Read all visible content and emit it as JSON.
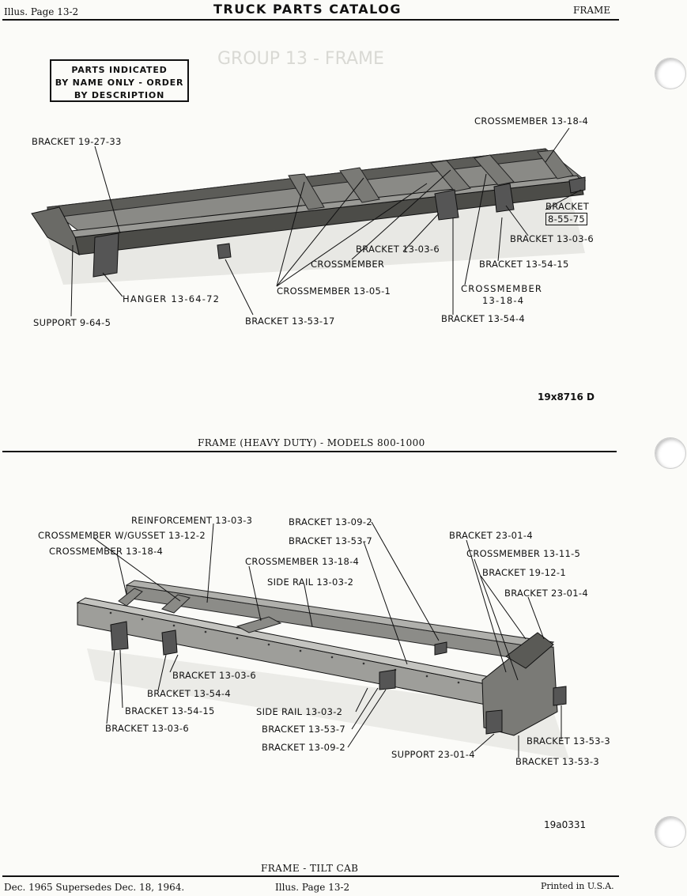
{
  "header": {
    "left": "Illus. Page 13-2",
    "title": "TRUCK PARTS CATALOG",
    "right": "FRAME"
  },
  "notice": {
    "line1": "PARTS INDICATED",
    "line2": "BY NAME ONLY - ORDER",
    "line3": "BY DESCRIPTION"
  },
  "figure1": {
    "labels": {
      "crossmember_13_18_4_top": "CROSSMEMBER 13-18-4",
      "bracket_19_27_33": "BRACKET 19-27-33",
      "bracket_8_55_75_a": "BRACKET",
      "bracket_8_55_75_b": "8-55-75",
      "bracket_13_03_6_right": "BRACKET 13-03-6",
      "bracket_13_03_6_mid": "BRACKET 13-03-6",
      "crossmember": "CROSSMEMBER",
      "bracket_13_54_15": "BRACKET 13-54-15",
      "crossmember_13_18_4_a": "CROSSMEMBER",
      "crossmember_13_18_4_b": "13-18-4",
      "hanger_13_64_72": "HANGER 13-64-72",
      "crossmember_13_05_1": "CROSSMEMBER 13-05-1",
      "support_9_64_5": "SUPPORT 9-64-5",
      "bracket_13_53_17": "BRACKET 13-53-17",
      "bracket_13_54_4": "BRACKET 13-54-4"
    },
    "drawing_number": "19x8716 D",
    "caption": "FRAME (HEAVY DUTY) - MODELS 800-1000"
  },
  "figure2": {
    "labels": {
      "reinforcement": "REINFORCEMENT 13-03-3",
      "crossmember_gusset": "CROSSMEMBER W/GUSSET 13-12-2",
      "crossmember_13_18_4_left": "CROSSMEMBER 13-18-4",
      "bracket_13_09_2_top": "BRACKET 13-09-2",
      "bracket_13_53_7_top": "BRACKET 13-53-7",
      "crossmember_13_18_4_mid": "CROSSMEMBER 13-18-4",
      "side_rail_top": "SIDE RAIL 13-03-2",
      "bracket_23_01_4_top": "BRACKET 23-01-4",
      "crossmember_13_11_5": "CROSSMEMBER 13-11-5",
      "bracket_19_12_1": "BRACKET 19-12-1",
      "bracket_23_01_4_mid": "BRACKET 23-01-4",
      "bracket_13_03_6_a": "BRACKET 13-03-6",
      "bracket_13_54_4": "BRACKET 13-54-4",
      "bracket_13_54_15": "BRACKET 13-54-15",
      "bracket_13_03_6_b": "BRACKET 13-03-6",
      "side_rail_bottom": "SIDE RAIL 13-03-2",
      "bracket_13_53_7_bottom": "BRACKET 13-53-7",
      "bracket_13_09_2_bottom": "BRACKET 13-09-2",
      "support_23_01_4": "SUPPORT 23-01-4",
      "bracket_13_53_3_a": "BRACKET 13-53-3",
      "bracket_13_53_3_b": "BRACKET 13-53-3"
    },
    "drawing_number": "19a0331",
    "caption": "FRAME - TILT CAB"
  },
  "footer": {
    "left": "Dec. 1965 Supersedes Dec. 18, 1964.",
    "center": "Illus. Page 13-2",
    "right": "Printed in U.S.A."
  }
}
